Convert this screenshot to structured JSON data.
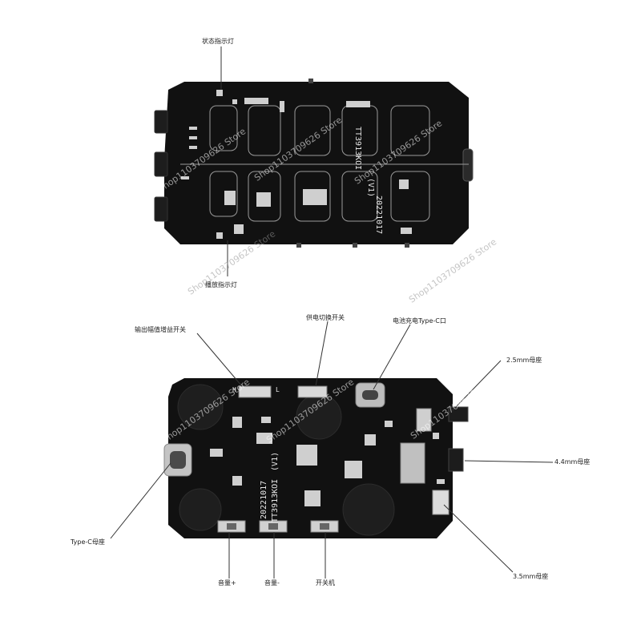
{
  "labels": {
    "status_led": "状态指示灯",
    "play_led": "播放指示灯",
    "gain_switch": "输出幅值增益开关",
    "power_switch": "供电切换开关",
    "battery_typec": "电池充电Type-C口",
    "jack_25": "2.5mm母座",
    "jack_44": "4.4mm母座",
    "typec_socket": "Type-C母座",
    "jack_35": "3.5mm母座",
    "vol_up": "音量+",
    "vol_down": "音量-",
    "power_btn": "开关机"
  },
  "board_text": {
    "model": "TT3913KOI",
    "version": "(V1)",
    "date": "20221017",
    "h_mark": "H",
    "l_mark": "L"
  },
  "watermark": "Shop1103709626 Store",
  "colors": {
    "pcb": "#111111",
    "background": "#ffffff",
    "metal": "#c8c8c8"
  }
}
